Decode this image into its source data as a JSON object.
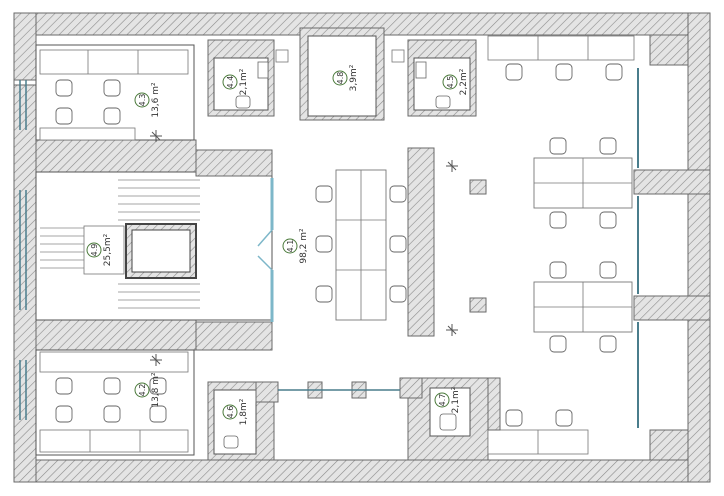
{
  "colors": {
    "wall": "#c9c9c9",
    "wall_edge": "#6a6a6a",
    "glass": "#7db7c9",
    "room_stroke": "#555555",
    "label_circle": "#4a7a3a"
  },
  "rooms": [
    {
      "id": "4.1",
      "area": "98,2 m²"
    },
    {
      "id": "4.2",
      "area": "13,8 m²"
    },
    {
      "id": "4.3",
      "area": "13,6 m²"
    },
    {
      "id": "4.4",
      "area": "2,1m²"
    },
    {
      "id": "4.5",
      "area": "2,2m²"
    },
    {
      "id": "4.6",
      "area": "1,8m²"
    },
    {
      "id": "4.7",
      "area": "2,1m²"
    },
    {
      "id": "4.8",
      "area": "3,9m²"
    },
    {
      "id": "4.9",
      "area": "25,5m²"
    }
  ]
}
